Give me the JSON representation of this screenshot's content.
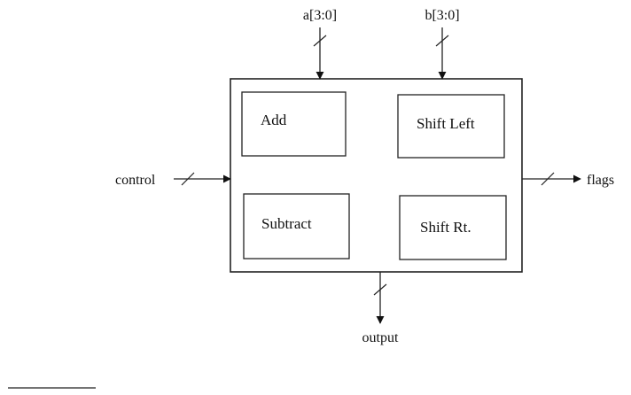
{
  "inputs": {
    "a": "a[3:0]",
    "b": "b[3:0]",
    "control": "control"
  },
  "outputs": {
    "flags": "flags",
    "output": "output"
  },
  "blocks": {
    "add": "Add",
    "shift_left": "Shift Left",
    "subtract": "Subtract",
    "shift_rt": "Shift Rt."
  }
}
